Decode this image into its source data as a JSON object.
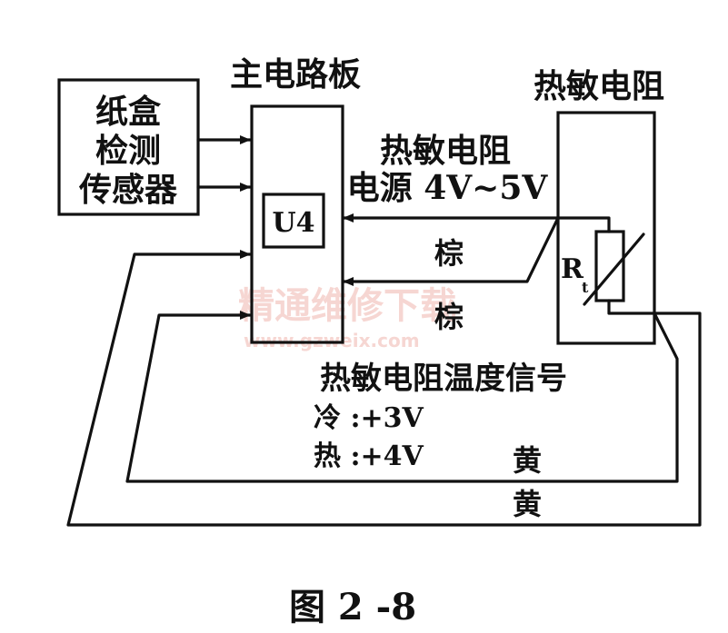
{
  "labels": {
    "sensor_box": [
      "纸盒",
      "检测",
      "传感器"
    ],
    "main_board": "主电路板",
    "u4": "U4",
    "thermistor": "热敏电阻",
    "power_line1": "热敏电阻",
    "power_line2": "电源 4V~5V",
    "brown_upper": "棕",
    "brown_lower": "棕",
    "r_symbol": "R",
    "r_subscript": "t",
    "temp_signal": "热敏电阻温度信号",
    "cold": "冷 :+3V",
    "hot": "热 :+4V",
    "yellow_upper": "黄",
    "yellow_lower": "黄",
    "caption": "图 2 -8"
  },
  "watermark": {
    "main": "精通维修下载",
    "url": "www.gzweix.com"
  },
  "colors": {
    "line": "#111111",
    "watermark": "#f3c9c4"
  }
}
